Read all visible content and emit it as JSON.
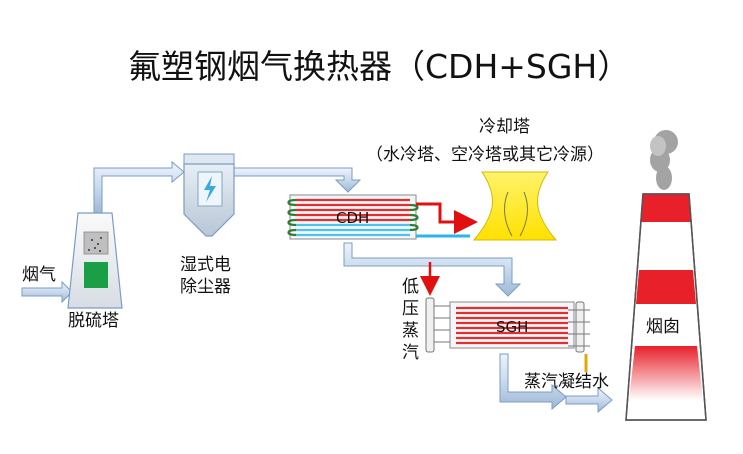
{
  "title": "氟塑钢烟气换热器（CDH+SGH）",
  "labels": {
    "flue_gas": "烟气",
    "desulfurization_tower": "脱硫塔",
    "wet_esp_line1": "湿式电",
    "wet_esp_line2": "除尘器",
    "cdh": "CDH",
    "sgh": "SGH",
    "cooling_tower_line1": "冷却塔",
    "cooling_tower_line2": "（水冷塔、空冷塔或其它冷源）",
    "low_pressure_steam": [
      "低",
      "压",
      "蒸",
      "汽"
    ],
    "condensate": "蒸汽凝结水",
    "chimney": "烟囱"
  },
  "colors": {
    "flow_pipe": "#c9d9ec",
    "flow_pipe_edge": "#7a9cc6",
    "hot_tube": "#e03030",
    "cold_tube": "#4fc3e8",
    "coil": "#2e7d32",
    "cooling_tower": "#ffe600",
    "chimney_red": "#e8202a",
    "smoke": "#9a9a9a"
  }
}
